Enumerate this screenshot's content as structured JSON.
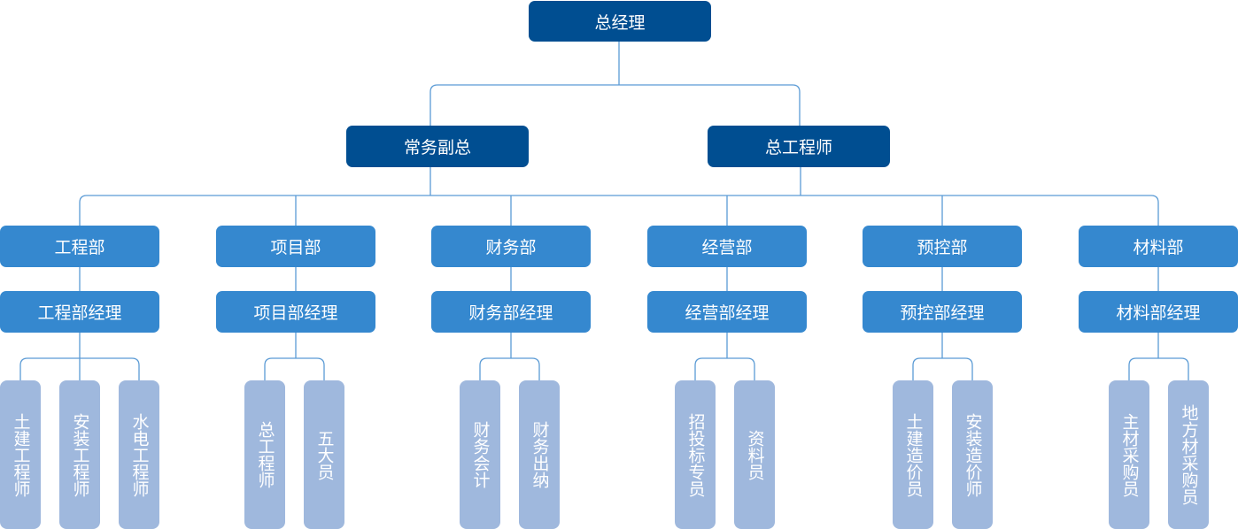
{
  "colors": {
    "top": "#004e91",
    "dept": "#3588cf",
    "staff": "#9fb8dd",
    "line": "#5b9bd5"
  },
  "top": {
    "label": "总经理"
  },
  "level2": [
    {
      "id": "vp",
      "label": "常务副总"
    },
    {
      "id": "ce",
      "label": "总工程师"
    }
  ],
  "departments": [
    {
      "id": "eng",
      "label": "工程部",
      "manager": "工程部经理",
      "staff": [
        "土建工程师",
        "安装工程师",
        "水电工程师"
      ]
    },
    {
      "id": "proj",
      "label": "项目部",
      "manager": "项目部经理",
      "staff": [
        "总工程师",
        "五大员"
      ]
    },
    {
      "id": "fin",
      "label": "财务部",
      "manager": "财务部经理",
      "staff": [
        "财务会计",
        "财务出纳"
      ]
    },
    {
      "id": "biz",
      "label": "经营部",
      "manager": "经营部经理",
      "staff": [
        "招投标专员",
        "资料员"
      ]
    },
    {
      "id": "ctrl",
      "label": "预控部",
      "manager": "预控部经理",
      "staff": [
        "土建造价员",
        "安装造价师"
      ]
    },
    {
      "id": "mat",
      "label": "材料部",
      "manager": "材料部经理",
      "staff": [
        "主材采购员",
        "地方材采购员"
      ]
    }
  ]
}
